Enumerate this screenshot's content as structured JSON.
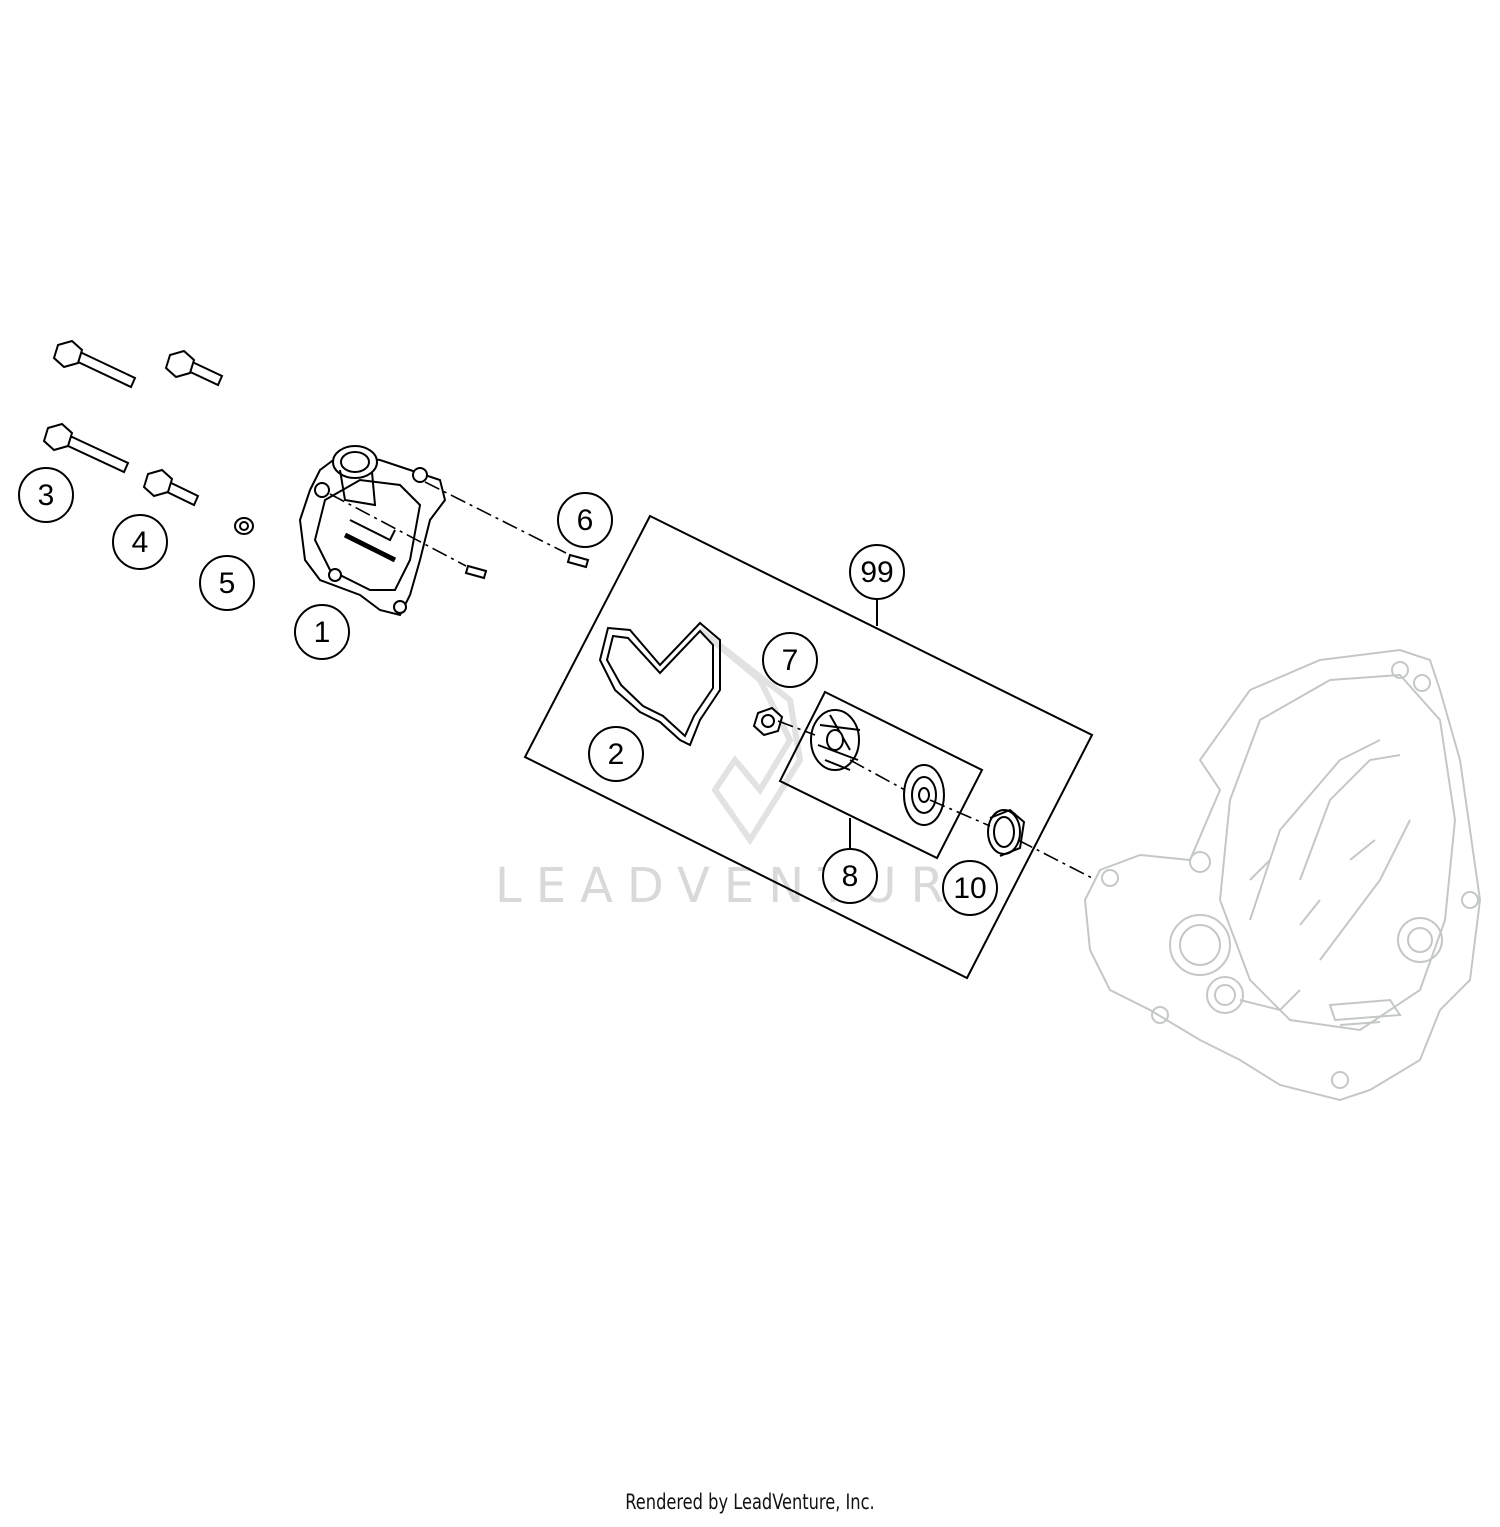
{
  "watermark": "LEADVENTURE",
  "footer": "Rendered by LeadVenture, Inc.",
  "callouts": {
    "c1": "1",
    "c2": "2",
    "c3": "3",
    "c4": "4",
    "c5": "5",
    "c6": "6",
    "c7": "7",
    "c8": "8",
    "c10": "10",
    "c99": "99"
  },
  "colors": {
    "line": "#000000",
    "ghost": "#c4c8c4",
    "watermark": "#d9d9d9"
  }
}
